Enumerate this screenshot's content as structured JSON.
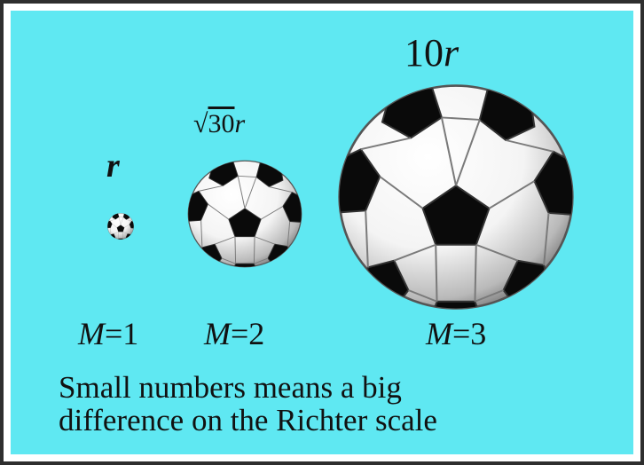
{
  "labels": {
    "small_radius": "r",
    "medium_radius_radicand": "30",
    "medium_radius_symbol": "r",
    "large_radius_factor": "10",
    "large_radius_symbol": "r"
  },
  "magnitudes": [
    {
      "symbol": "M",
      "value": "=1"
    },
    {
      "symbol": "M",
      "value": "=2"
    },
    {
      "symbol": "M",
      "value": "=3"
    }
  ],
  "caption": {
    "line1": "Small numbers means a big",
    "line2": "difference on the Richter scale"
  },
  "colors": {
    "background": "#5fe8f2",
    "ball_white": "#ffffff",
    "ball_shadow": "#8a8a8a",
    "ball_patch": "#0a0a0a"
  },
  "icons": [
    "soccer-ball-icon"
  ]
}
